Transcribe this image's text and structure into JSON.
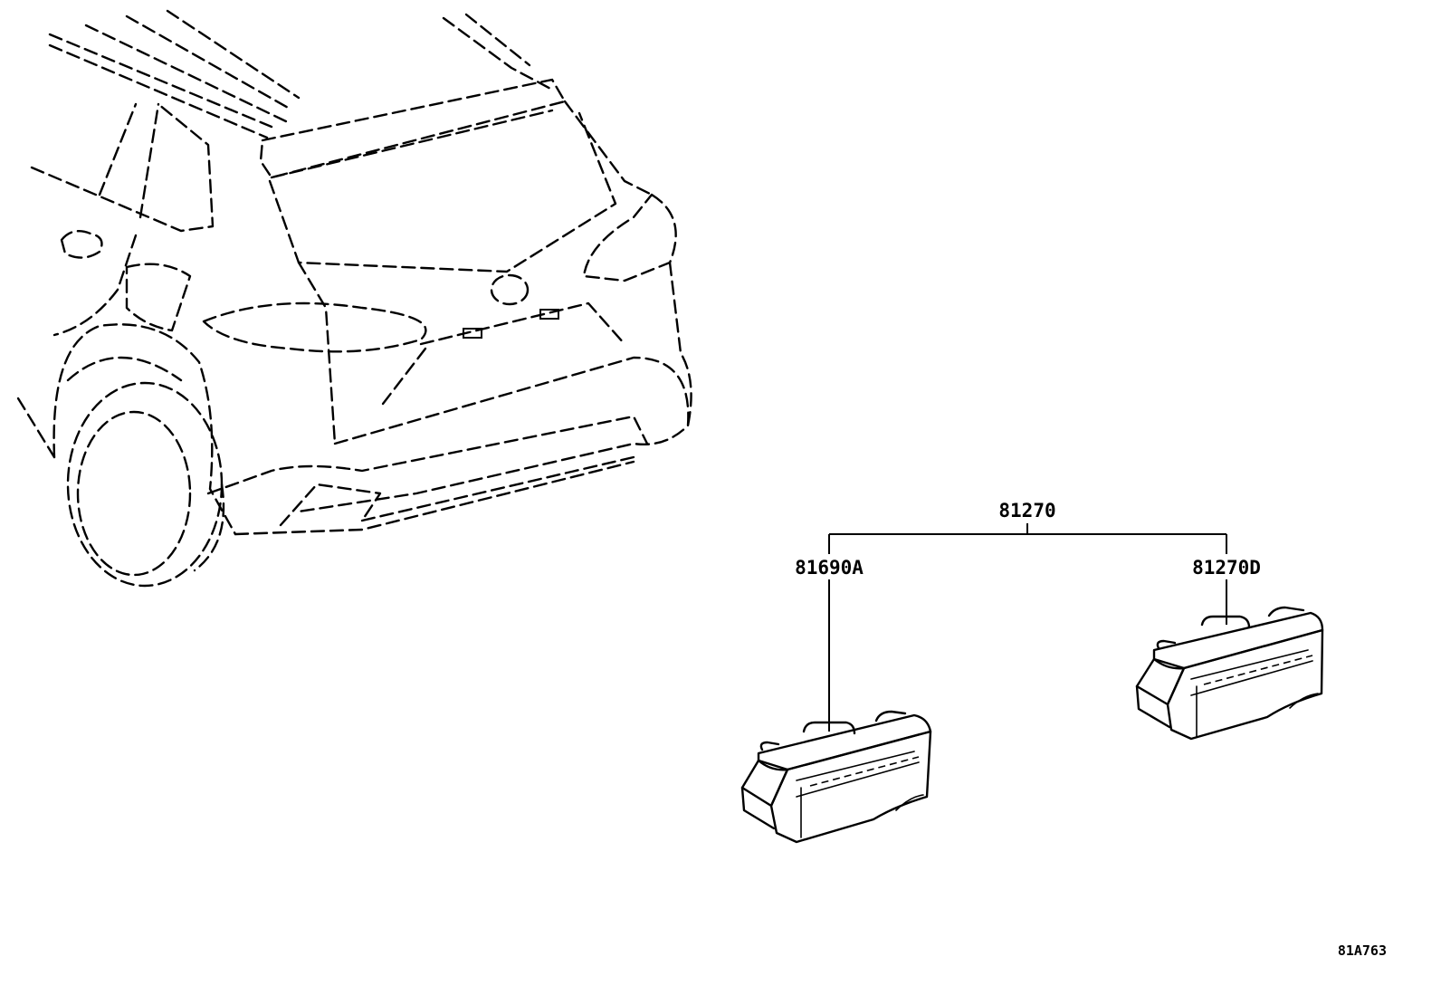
{
  "diagram": {
    "parts": {
      "assembly": "81270",
      "left_lamp": "81690A",
      "right_lamp": "81270D"
    },
    "illustration_ref": "81A763"
  }
}
